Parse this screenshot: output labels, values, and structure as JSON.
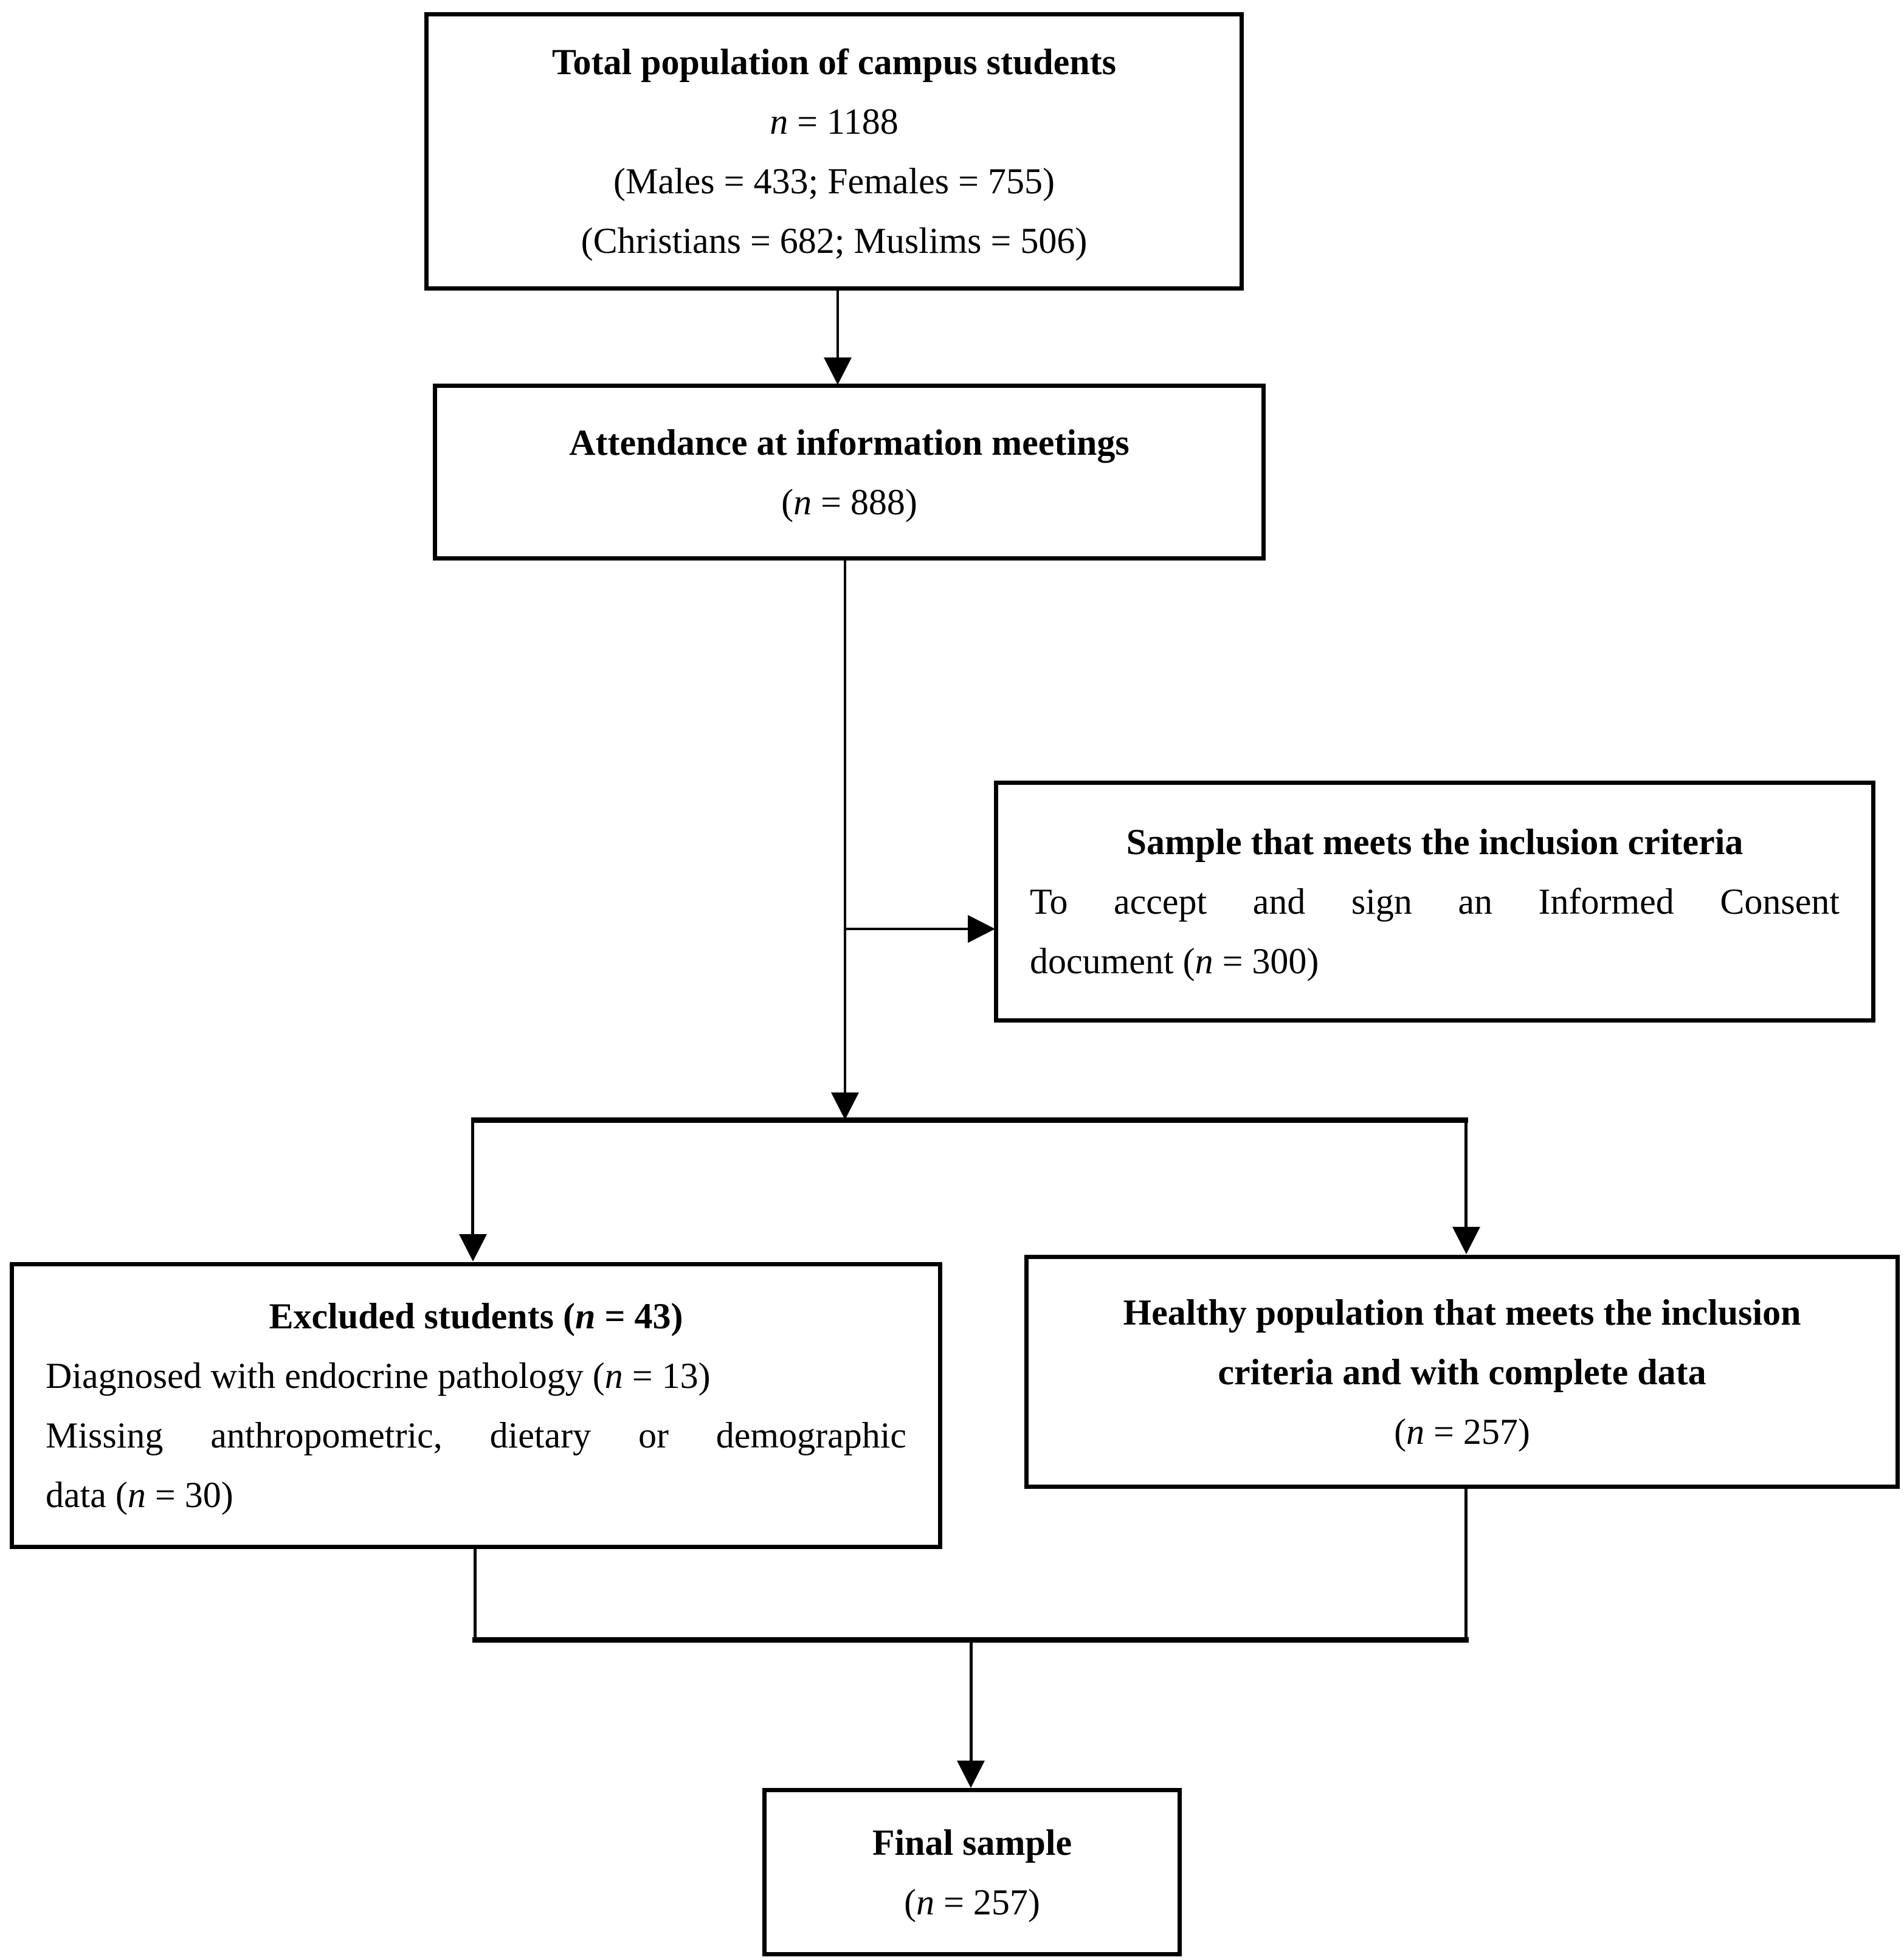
{
  "figure": {
    "type": "participant-flow-diagram",
    "colors": {
      "ink": "#000000",
      "background": "#ffffff"
    }
  },
  "boxes": {
    "total_population": {
      "title": "Total population of campus students",
      "line2": "n = 1188",
      "line3": "(Males = 433; Females = 755)",
      "line4": "(Christians = 682; Muslims = 506)"
    },
    "attendance": {
      "title": "Attendance at information meetings",
      "line2": "(n = 888)"
    },
    "inclusion_sample": {
      "title": "Sample that meets the inclusion criteria",
      "body_line1": "To accept and sign an Informed Consent",
      "body_line2": "document (n = 300)"
    },
    "excluded": {
      "title": "Excluded students (n = 43)",
      "body_line1": "Diagnosed with endocrine pathology (n = 13)",
      "body_line2": "Missing anthropometric, dietary or demographic",
      "body_line3": "data (n = 30)"
    },
    "healthy": {
      "title_line1": "Healthy population that meets the inclusion",
      "title_line2": "criteria and with complete data",
      "line3": "(n = 257)"
    },
    "final_sample": {
      "title": "Final sample",
      "line2": "(n = 257)"
    }
  }
}
